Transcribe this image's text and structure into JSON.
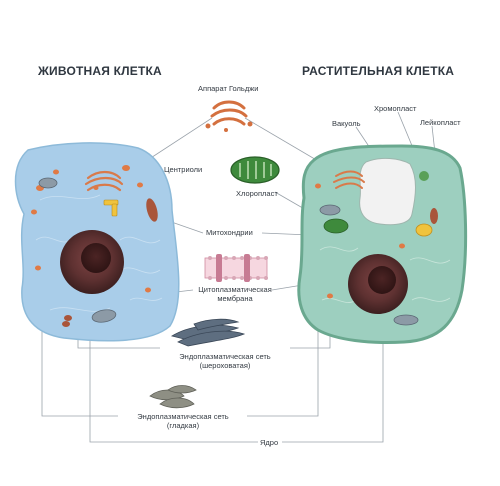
{
  "titles": {
    "animal": "ЖИВОТНАЯ КЛЕТКА",
    "plant": "РАСТИТЕЛЬНАЯ КЛЕТКА"
  },
  "labels": {
    "golgi": "Аппарат Гольджи",
    "centrioles": "Центриоли",
    "chloroplast": "Хлоропласт",
    "mitochondria": "Митохондрии",
    "membrane_1": "Цитоплазматическая",
    "membrane_2": "мембрана",
    "er_rough_1": "Эндоплазматическая сеть",
    "er_rough_2": "(шероховатая)",
    "er_smooth_1": "Эндоплазматическая сеть",
    "er_smooth_2": "(гладкая)",
    "nucleus": "Ядро",
    "vacuole": "Вакуоль",
    "chromoplast": "Хромопласт",
    "leucoplast": "Лейкопласт"
  },
  "colors": {
    "animal_cell": "#a9cde9",
    "plant_cell": "#9dcfbf",
    "plant_wall": "#6aa88f",
    "nucleus": "#6b3b3b",
    "organelle_orange": "#e07a45",
    "chloroplast": "#3e8a3c"
  }
}
